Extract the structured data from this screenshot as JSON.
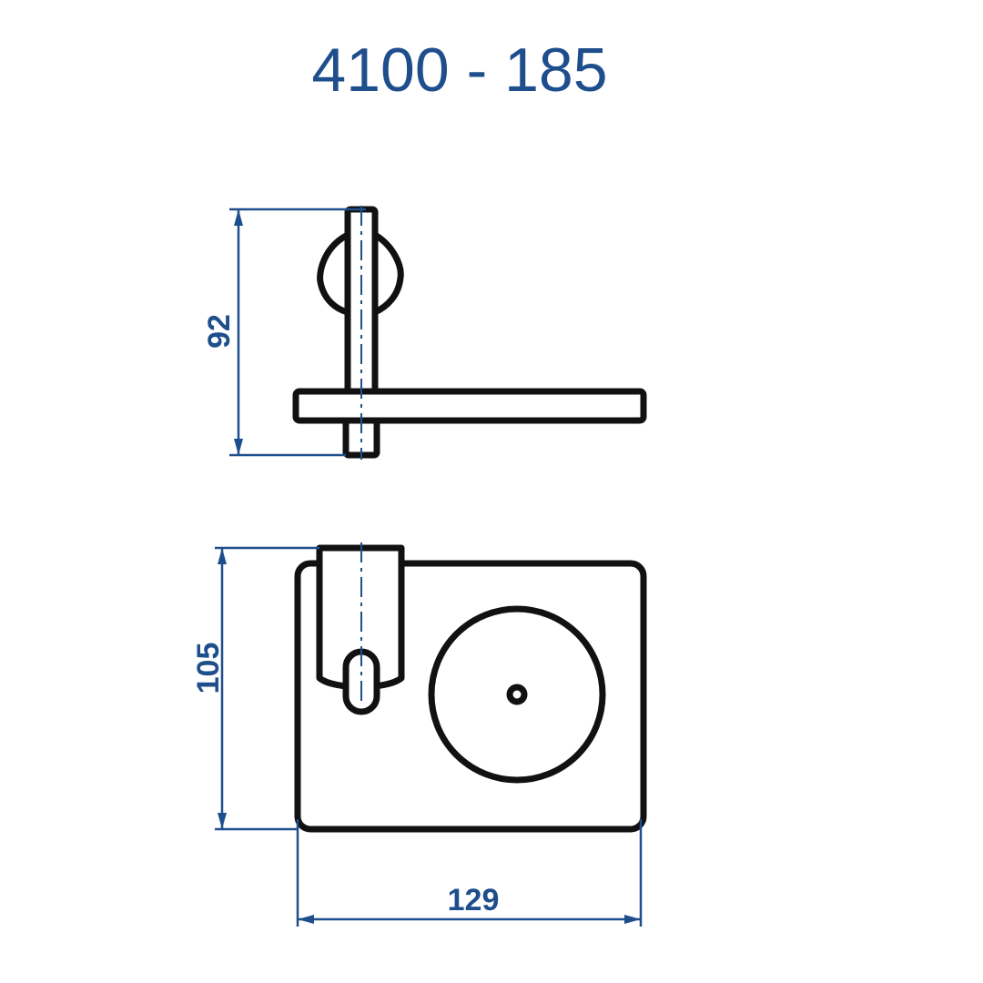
{
  "title": "4100 - 185",
  "dimensions": {
    "side_height": "92",
    "front_height": "105",
    "front_width": "129"
  },
  "colors": {
    "dimension_blue": "#1f4e8c",
    "outline": "#111111",
    "background": "#ffffff"
  }
}
